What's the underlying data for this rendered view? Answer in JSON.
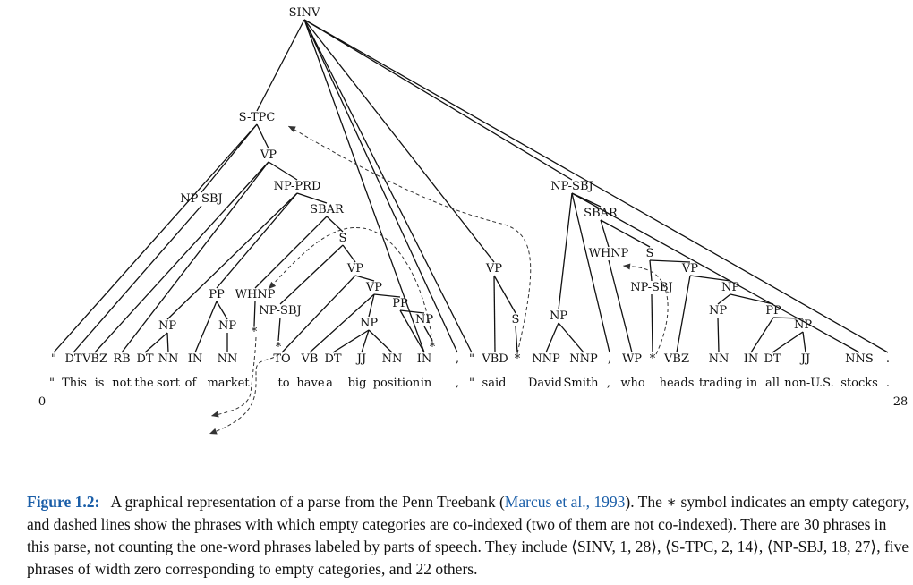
{
  "diagram": {
    "nodes": [
      {
        "id": "SINV",
        "label": "SINV"
      },
      {
        "id": "STPC",
        "label": "S-TPC"
      },
      {
        "id": "VP1",
        "label": "VP"
      },
      {
        "id": "NPSBJ1",
        "label": "NP-SBJ"
      },
      {
        "id": "NPPRD",
        "label": "NP-PRD"
      },
      {
        "id": "SBAR1",
        "label": "SBAR"
      },
      {
        "id": "S1",
        "label": "S"
      },
      {
        "id": "VP2",
        "label": "VP"
      },
      {
        "id": "VP3",
        "label": "VP"
      },
      {
        "id": "PP1",
        "label": "PP"
      },
      {
        "id": "NP1",
        "label": "NP"
      },
      {
        "id": "NP2",
        "label": "NP"
      },
      {
        "id": "WHNP1",
        "label": "WHNP"
      },
      {
        "id": "NPSBJ2",
        "label": "NP-SBJ"
      },
      {
        "id": "NP3",
        "label": "NP"
      },
      {
        "id": "PP2",
        "label": "PP"
      },
      {
        "id": "NP4",
        "label": "NP"
      },
      {
        "id": "VP4",
        "label": "VP"
      },
      {
        "id": "S2",
        "label": "S"
      },
      {
        "id": "NPSBJ3",
        "label": "NP-SBJ"
      },
      {
        "id": "SBAR2",
        "label": "SBAR"
      },
      {
        "id": "NP5",
        "label": "NP"
      },
      {
        "id": "WHNP2",
        "label": "WHNP"
      },
      {
        "id": "S3",
        "label": "S"
      },
      {
        "id": "VP5",
        "label": "VP"
      },
      {
        "id": "NPSBJ4",
        "label": "NP-SBJ"
      },
      {
        "id": "NP6",
        "label": "NP"
      },
      {
        "id": "NP7",
        "label": "NP"
      },
      {
        "id": "PP3",
        "label": "PP"
      },
      {
        "id": "NP8",
        "label": "NP"
      }
    ],
    "tags": [
      {
        "id": "t_q1",
        "label": "\""
      },
      {
        "id": "t_dt1",
        "label": "DT"
      },
      {
        "id": "t_vbz1",
        "label": "VBZ"
      },
      {
        "id": "t_rb",
        "label": "RB"
      },
      {
        "id": "t_dt2",
        "label": "DT"
      },
      {
        "id": "t_nn1",
        "label": "NN"
      },
      {
        "id": "t_in1",
        "label": "IN"
      },
      {
        "id": "t_nn2",
        "label": "NN"
      },
      {
        "id": "t_to",
        "label": "TO"
      },
      {
        "id": "t_vb",
        "label": "VB"
      },
      {
        "id": "t_dt3",
        "label": "DT"
      },
      {
        "id": "t_jj1",
        "label": "JJ"
      },
      {
        "id": "t_nn3",
        "label": "NN"
      },
      {
        "id": "t_in2",
        "label": "IN"
      },
      {
        "id": "t_comma1",
        "label": ","
      },
      {
        "id": "t_q2",
        "label": "\""
      },
      {
        "id": "t_vbd",
        "label": "VBD"
      },
      {
        "id": "t_nnp1",
        "label": "NNP"
      },
      {
        "id": "t_nnp2",
        "label": "NNP"
      },
      {
        "id": "t_comma2",
        "label": ","
      },
      {
        "id": "t_wp",
        "label": "WP"
      },
      {
        "id": "t_vbz2",
        "label": "VBZ"
      },
      {
        "id": "t_nn4",
        "label": "NN"
      },
      {
        "id": "t_in3",
        "label": "IN"
      },
      {
        "id": "t_dt4",
        "label": "DT"
      },
      {
        "id": "t_jj2",
        "label": "JJ"
      },
      {
        "id": "t_nns",
        "label": "NNS"
      },
      {
        "id": "t_period",
        "label": "."
      }
    ],
    "empties": [
      {
        "id": "e1",
        "label": "*"
      },
      {
        "id": "e2",
        "label": "*"
      },
      {
        "id": "e3",
        "label": "*"
      },
      {
        "id": "e4",
        "label": "*"
      },
      {
        "id": "e5",
        "label": "*"
      }
    ],
    "words": [
      {
        "id": "w_q1",
        "label": "\""
      },
      {
        "id": "w_this",
        "label": "This"
      },
      {
        "id": "w_is",
        "label": "is"
      },
      {
        "id": "w_not",
        "label": "not"
      },
      {
        "id": "w_the",
        "label": "the"
      },
      {
        "id": "w_sort",
        "label": "sort"
      },
      {
        "id": "w_of",
        "label": "of"
      },
      {
        "id": "w_market",
        "label": "market"
      },
      {
        "id": "w_to",
        "label": "to"
      },
      {
        "id": "w_have",
        "label": "have"
      },
      {
        "id": "w_a",
        "label": "a"
      },
      {
        "id": "w_big",
        "label": "big"
      },
      {
        "id": "w_position",
        "label": "position"
      },
      {
        "id": "w_in",
        "label": "in"
      },
      {
        "id": "w_comma1",
        "label": ","
      },
      {
        "id": "w_q2",
        "label": "\""
      },
      {
        "id": "w_said",
        "label": "said"
      },
      {
        "id": "w_david",
        "label": "David"
      },
      {
        "id": "w_smith",
        "label": "Smith"
      },
      {
        "id": "w_comma2",
        "label": ","
      },
      {
        "id": "w_who",
        "label": "who"
      },
      {
        "id": "w_heads",
        "label": "heads"
      },
      {
        "id": "w_trading",
        "label": "trading"
      },
      {
        "id": "w_in2",
        "label": "in"
      },
      {
        "id": "w_all",
        "label": "all"
      },
      {
        "id": "w_nonus",
        "label": "non-U.S."
      },
      {
        "id": "w_stocks",
        "label": "stocks"
      },
      {
        "id": "w_period",
        "label": "."
      }
    ],
    "index_start": "0",
    "index_end": "28",
    "edges": [
      [
        "SINV",
        "STPC"
      ],
      [
        "SINV",
        "t_in2"
      ],
      [
        "SINV",
        "t_comma1"
      ],
      [
        "SINV",
        "t_q2"
      ],
      [
        "SINV",
        "VP4"
      ],
      [
        "SINV",
        "NPSBJ3"
      ],
      [
        "SINV",
        "t_period"
      ],
      [
        "STPC",
        "t_q1"
      ],
      [
        "STPC",
        "NPSBJ1"
      ],
      [
        "STPC",
        "VP1"
      ],
      [
        "NPSBJ1",
        "t_dt1"
      ],
      [
        "VP1",
        "t_vbz1"
      ],
      [
        "VP1",
        "t_rb"
      ],
      [
        "VP1",
        "NPPRD"
      ],
      [
        "NPPRD",
        "NP1"
      ],
      [
        "NPPRD",
        "PP1"
      ],
      [
        "NPPRD",
        "SBAR1"
      ],
      [
        "NP1",
        "t_dt2"
      ],
      [
        "NP1",
        "t_nn1"
      ],
      [
        "PP1",
        "t_in1"
      ],
      [
        "PP1",
        "NP2"
      ],
      [
        "NP2",
        "t_nn2"
      ],
      [
        "SBAR1",
        "WHNP1"
      ],
      [
        "SBAR1",
        "S1"
      ],
      [
        "WHNP1",
        "e1"
      ],
      [
        "S1",
        "NPSBJ2"
      ],
      [
        "S1",
        "VP2"
      ],
      [
        "NPSBJ2",
        "e2"
      ],
      [
        "VP2",
        "t_to"
      ],
      [
        "VP2",
        "VP3"
      ],
      [
        "VP3",
        "t_vb"
      ],
      [
        "VP3",
        "NP3"
      ],
      [
        "VP3",
        "PP2"
      ],
      [
        "NP3",
        "t_dt3"
      ],
      [
        "NP3",
        "t_jj1"
      ],
      [
        "NP3",
        "t_nn3"
      ],
      [
        "PP2",
        "t_in2"
      ],
      [
        "PP2",
        "NP4"
      ],
      [
        "NP4",
        "e3"
      ],
      [
        "VP4",
        "t_vbd"
      ],
      [
        "VP4",
        "S2"
      ],
      [
        "S2",
        "e4"
      ],
      [
        "NPSBJ3",
        "NP5"
      ],
      [
        "NPSBJ3",
        "t_comma2"
      ],
      [
        "NPSBJ3",
        "SBAR2"
      ],
      [
        "NPSBJ3",
        "t_nns"
      ],
      [
        "NP5",
        "t_nnp1"
      ],
      [
        "NP5",
        "t_nnp2"
      ],
      [
        "SBAR2",
        "WHNP2"
      ],
      [
        "SBAR2",
        "S3"
      ],
      [
        "WHNP2",
        "t_wp"
      ],
      [
        "S3",
        "NPSBJ4"
      ],
      [
        "S3",
        "VP5"
      ],
      [
        "NPSBJ4",
        "e5"
      ],
      [
        "VP5",
        "t_vbz2"
      ],
      [
        "VP5",
        "NP6"
      ],
      [
        "NP6",
        "NP7"
      ],
      [
        "NP6",
        "PP3"
      ],
      [
        "NP7",
        "t_nn4"
      ],
      [
        "PP3",
        "t_in3"
      ],
      [
        "PP3",
        "NP8"
      ],
      [
        "NP8",
        "t_dt4"
      ],
      [
        "NP8",
        "t_jj2"
      ]
    ]
  },
  "caption": {
    "label": "Figure 1.2:",
    "text_1": "A graphical representation of a parse from the Penn Treebank (",
    "citation": "Marcus et al., 1993",
    "text_2": "). The ∗ symbol indicates an empty category, and dashed lines show the phrases with which empty categories are co-indexed (two of them are not co-indexed). There are 30 phrases in this parse, not counting the one-word phrases labeled by parts of speech. They include ⟨SINV, 1, 28⟩, ⟨S-TPC, 2, 14⟩, ⟨NP-SBJ, 18, 27⟩, five phrases of width zero corresponding to empty categories, and 22 others."
  },
  "colors": {
    "ink": "#111111",
    "link": "#1a5ea8",
    "dashed": "#333333"
  }
}
